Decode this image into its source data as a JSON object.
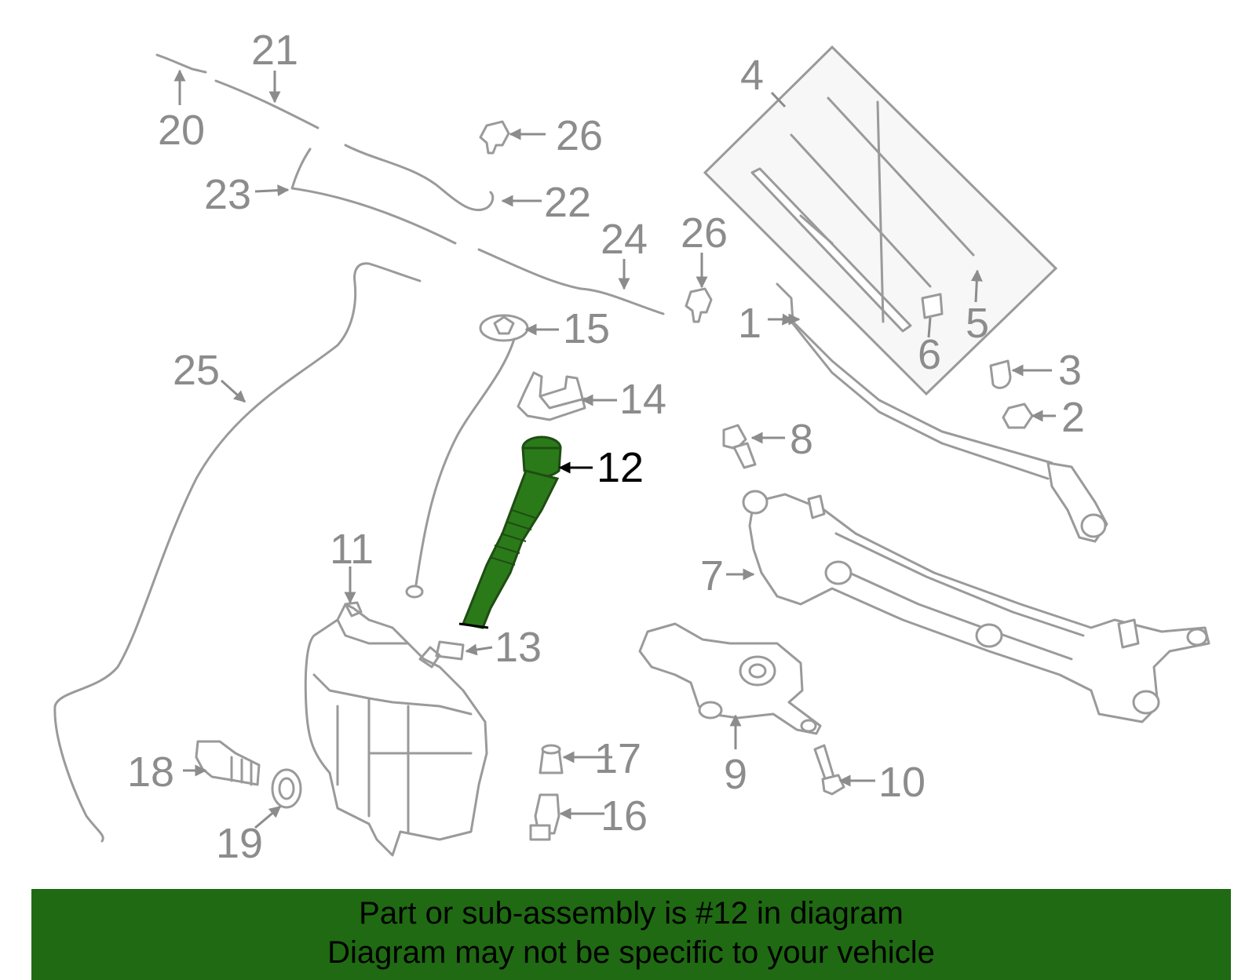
{
  "callouts": {
    "c1": "1",
    "c2": "2",
    "c3": "3",
    "c4": "4",
    "c5": "5",
    "c6": "6",
    "c7": "7",
    "c8": "8",
    "c9": "9",
    "c10": "10",
    "c11": "11",
    "c12": "12",
    "c13": "13",
    "c14": "14",
    "c15": "15",
    "c16": "16",
    "c17": "17",
    "c18": "18",
    "c19": "19",
    "c20": "20",
    "c21": "21",
    "c22": "22",
    "c23": "23",
    "c24": "24",
    "c25": "25",
    "c26a": "26",
    "c26b": "26"
  },
  "highlight": {
    "part": "12",
    "color": "#2b7a1a",
    "outline": "#1f4d12"
  },
  "banner": {
    "line1": "Part or sub-assembly is #12 in diagram",
    "line2": "Diagram may not be specific to your vehicle",
    "color": "#1f6a12"
  }
}
